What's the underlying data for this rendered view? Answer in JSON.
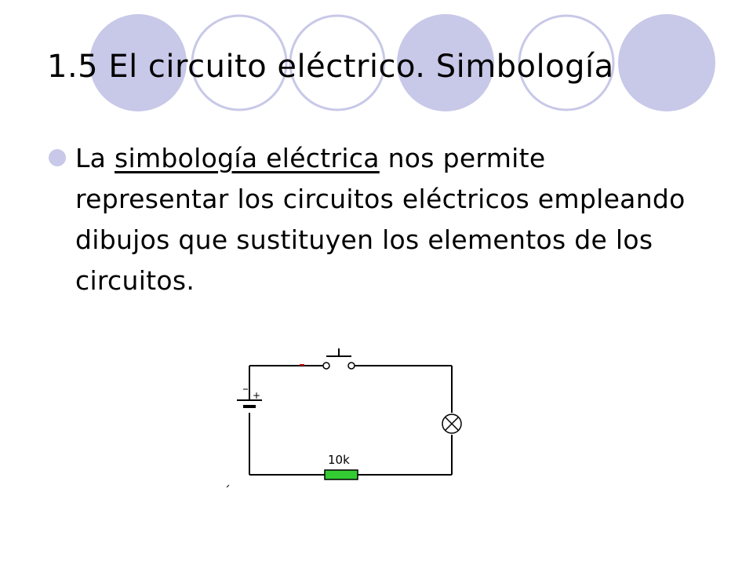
{
  "slide": {
    "title": "1.5 El circuito eléctrico. Simbología",
    "bullet": {
      "prefix": "La ",
      "link_text": "simbología eléctrica",
      "rest": " nos permite representar los circuitos eléctricos empleando dibujos que sustituyen los elementos de los circuitos."
    }
  },
  "circuit": {
    "resistor_label": "10k",
    "battery_sign": "+",
    "colors": {
      "resistor": "#33cc33",
      "wire": "#000000",
      "marker": "#cc0000"
    }
  },
  "colors": {
    "circle_fill": "#c8c8e8",
    "circle_outline": "#c8c8e8",
    "bullet": "#c8c8e8"
  }
}
